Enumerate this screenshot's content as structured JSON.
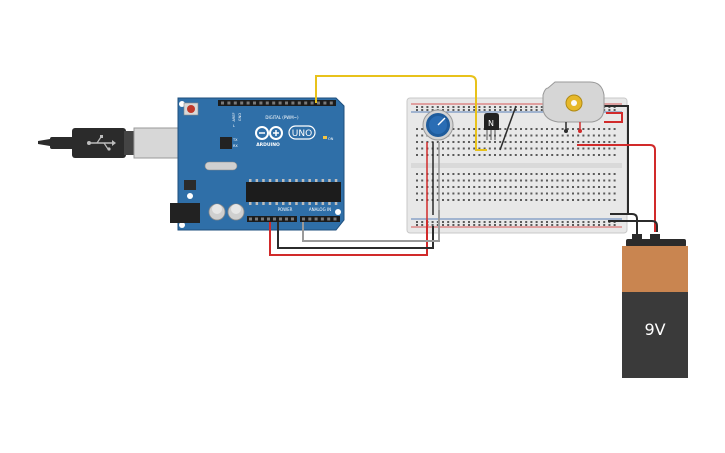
{
  "arduino": {
    "brand_label": "ARDUINO",
    "model_label": "UNO",
    "digital_header_label": "DIGITAL (PWM~)",
    "power_label": "POWER",
    "analog_label": "ANALOG IN",
    "tx_label": "TX",
    "rx_label": "RX",
    "l_label": "L",
    "on_label": "ON",
    "aref_label": "AREF",
    "gnd_label": "GND"
  },
  "components": {
    "transistor_label": "N"
  },
  "battery": {
    "voltage_label": "9V"
  },
  "colors": {
    "arduino_board": "#2f6fa8",
    "breadboard": "#e8e8e8",
    "battery_top": "#c98550",
    "battery_body": "#3a3a3a",
    "wire_yellow": "#e8c21b",
    "wire_red": "#d12a2a",
    "wire_black": "#2b2b2b",
    "wire_gray": "#9a9a9a",
    "potentiometer": "#1f5c9c",
    "motor": "#d6d6d6"
  }
}
